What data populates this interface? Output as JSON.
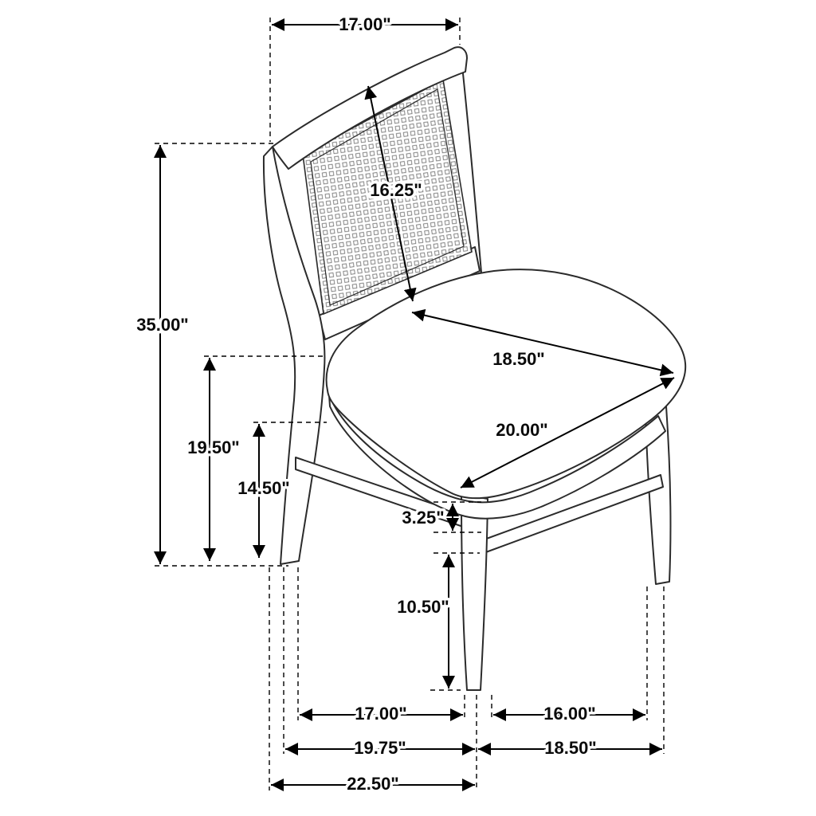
{
  "colors": {
    "background": "#ffffff",
    "line": "#000000",
    "chair_outline": "#2b2b2b",
    "cane_mesh": "#777777"
  },
  "dims": {
    "back_top_width": "17.00\"",
    "back_panel_diagonal": "16.25\"",
    "overall_height": "35.00\"",
    "seat_height": "19.50\"",
    "leg_to_stretcher_height": "14.50\"",
    "seat_depth": "18.50\"",
    "seat_width": "20.00\"",
    "stretcher_thickness": "3.25\"",
    "leg_below_stretcher": "10.50\"",
    "front_leg_spacing": "17.00\"",
    "side_leg_spacing": "16.00\"",
    "base_front_width": "19.75\"",
    "base_side_depth": "18.50\"",
    "overall_depth": "22.50\""
  }
}
